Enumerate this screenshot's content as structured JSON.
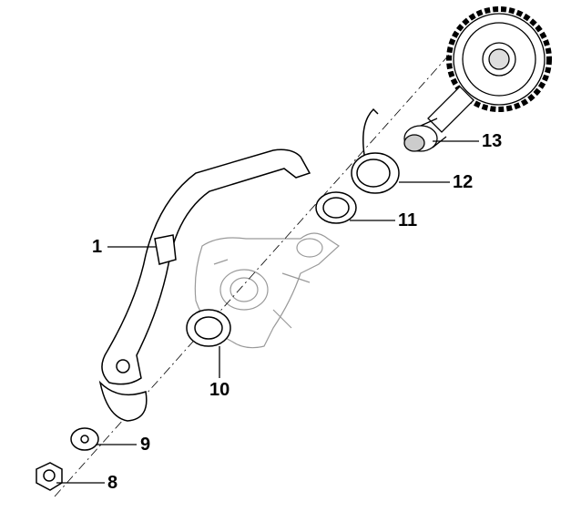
{
  "diagram": {
    "parts": [
      {
        "id": "1",
        "name": "kick-start-lever"
      },
      {
        "id": "8",
        "name": "bolt"
      },
      {
        "id": "9",
        "name": "washer"
      },
      {
        "id": "10",
        "name": "seal-ring"
      },
      {
        "id": "11",
        "name": "spacer-ring"
      },
      {
        "id": "12",
        "name": "return-spring"
      },
      {
        "id": "13",
        "name": "kick-start-shaft-gear"
      }
    ],
    "colors": {
      "line": "#000000",
      "housing": "#9a9a9a"
    }
  }
}
